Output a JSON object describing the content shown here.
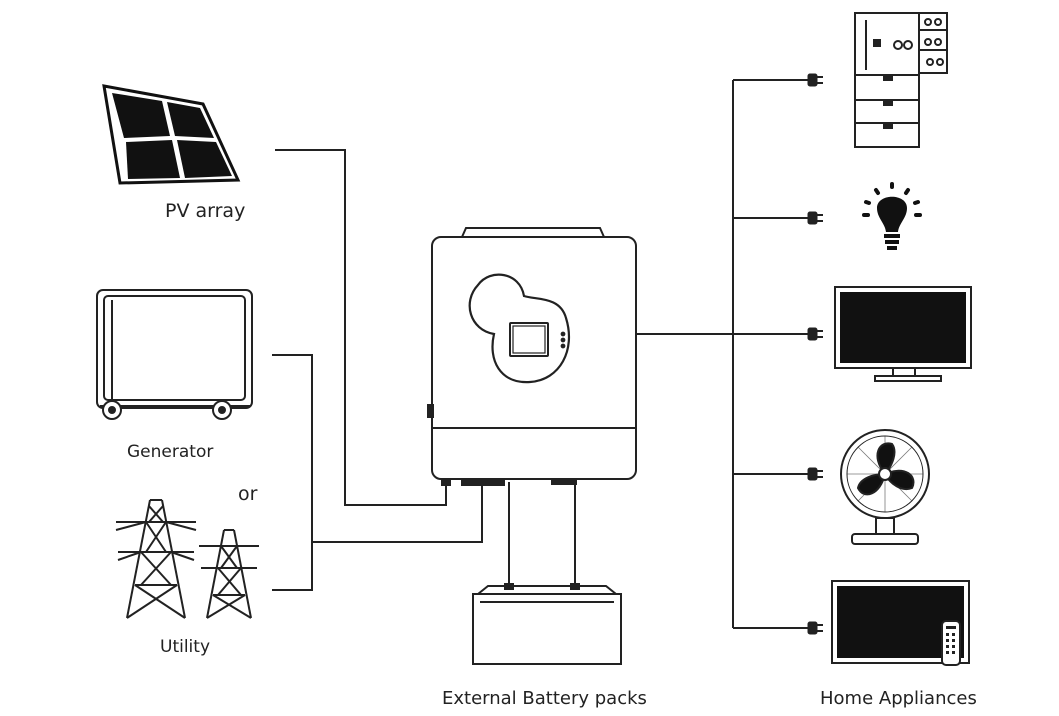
{
  "labels": {
    "pv_array": "PV array",
    "generator": "Generator",
    "or": "or",
    "utility": "Utility",
    "battery": "External Battery packs",
    "home": "Home Appliances"
  },
  "icons": [
    "solar-panel-icon",
    "generator-icon",
    "transmission-tower-icon",
    "inverter-icon",
    "battery-icon",
    "plug-icon",
    "refrigerator-icon",
    "light-bulb-icon",
    "tv-icon",
    "fan-icon",
    "remote-control-icon"
  ],
  "colors": {
    "line": "#222222",
    "fill": "#111111"
  }
}
